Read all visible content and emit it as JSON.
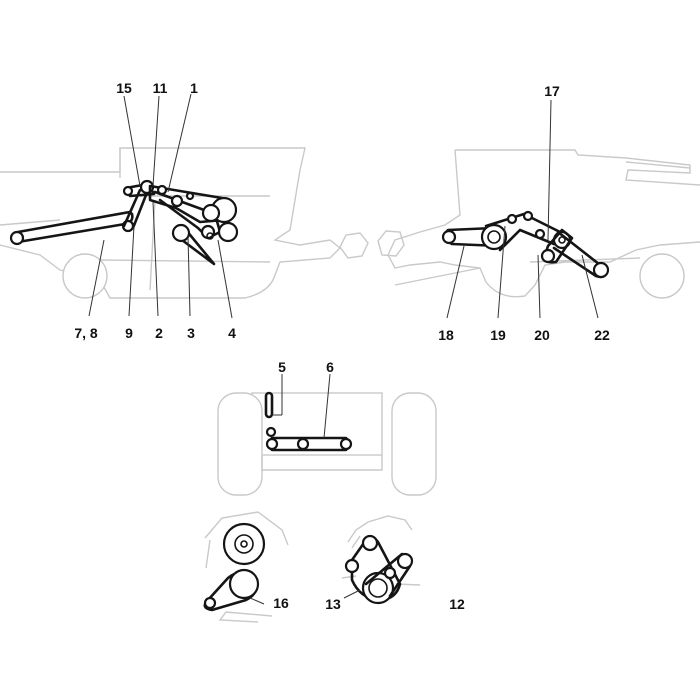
{
  "diagram": {
    "title": "Combine harvester drive belt location diagram",
    "callouts": {
      "c15": "15",
      "c11": "11",
      "c1": "1",
      "c17": "17",
      "c7_8": "7, 8",
      "c9": "9",
      "c2": "2",
      "c3": "3",
      "c4": "4",
      "c18": "18",
      "c19": "19",
      "c20": "20",
      "c22": "22",
      "c5": "5",
      "c6": "6",
      "c16": "16",
      "c13": "13",
      "c12": "12"
    }
  },
  "colors": {
    "belt": "#151515",
    "outline": "#c9c9c9",
    "text": "#111111"
  }
}
